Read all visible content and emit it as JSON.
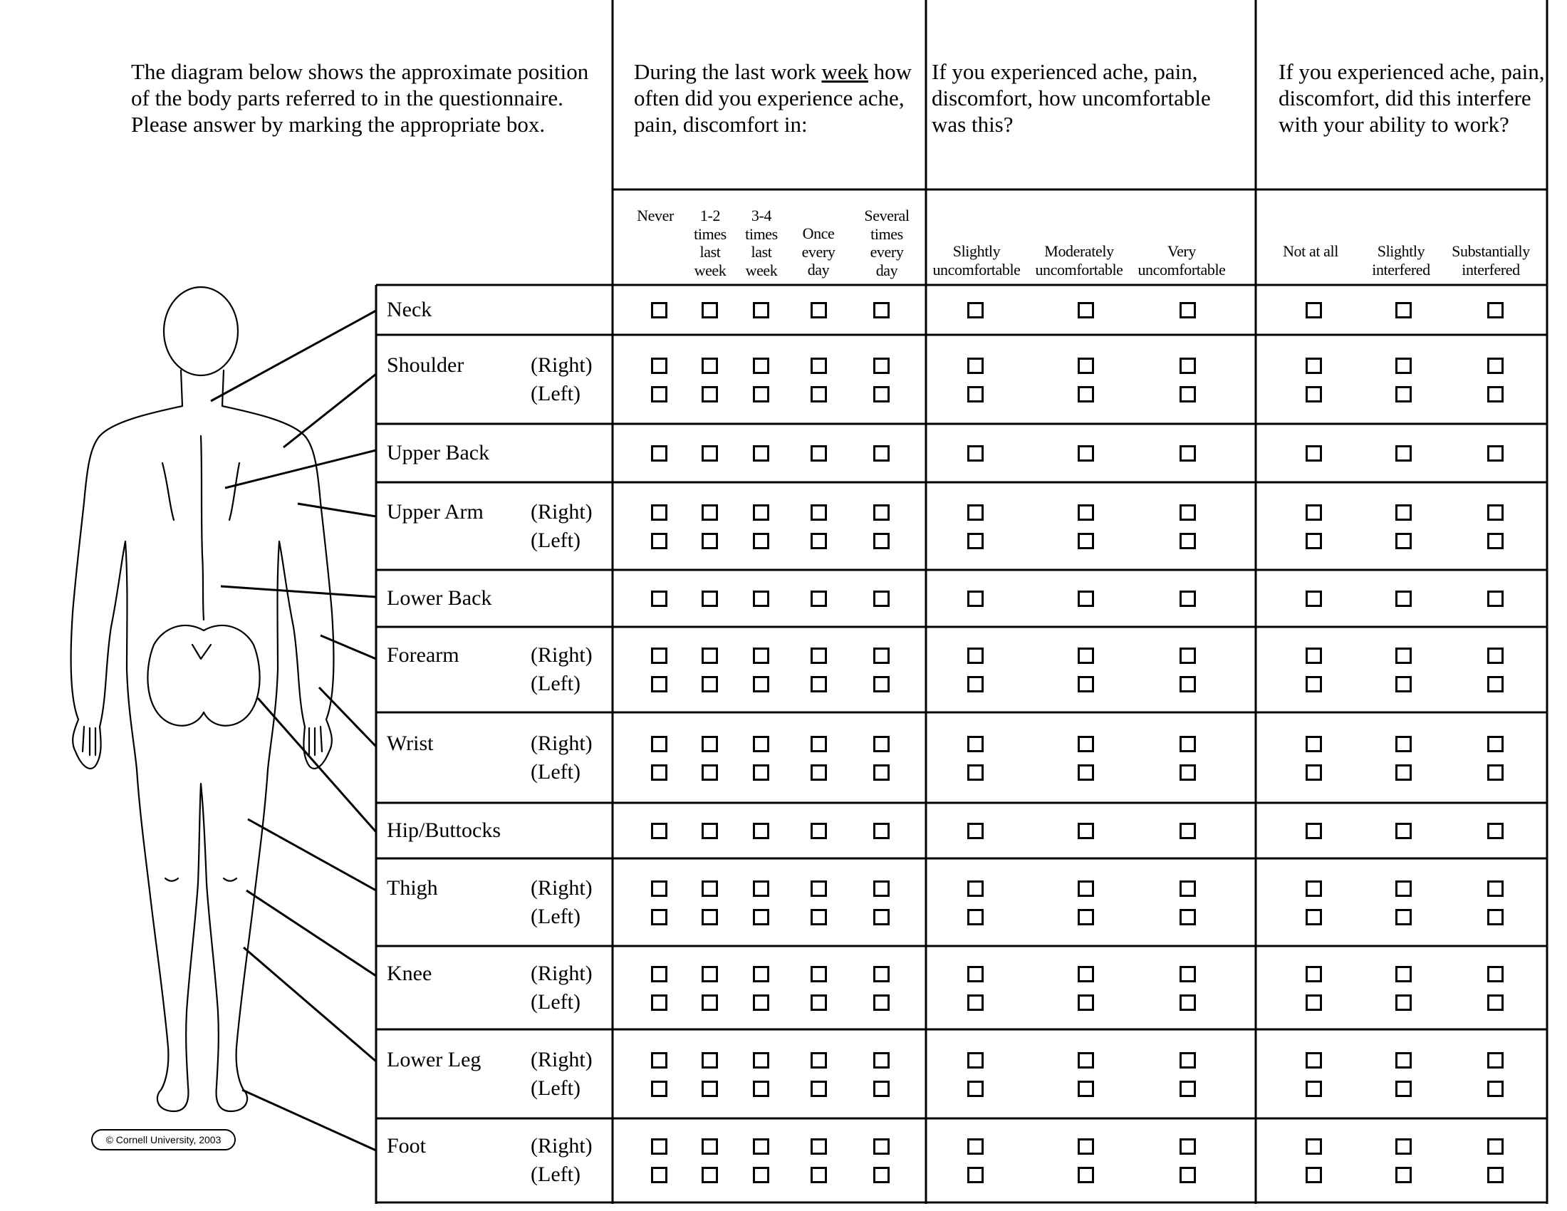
{
  "instructions": "The diagram below shows the approximate position of the body parts referred to in the questionnaire.  Please answer by marking the appropriate box.",
  "questions": {
    "frequency": {
      "before": "During the last work ",
      "underlined": "week",
      "after": " how often did you experience ache, pain, discomfort in:"
    },
    "discomfort": "If you experienced ache, pain, discomfort, how uncomfortable was this?",
    "interference": "If you experienced ache, pain, discomfort, did this interfere with your ability to work?"
  },
  "frequency_options": [
    "Never",
    "1-2\ntimes\nlast\nweek",
    "3-4\ntimes\nlast\nweek",
    "Once\nevery\nday",
    "Several\ntimes\nevery\nday"
  ],
  "discomfort_options": [
    "Slightly\nuncomfortable",
    "Moderately\nuncomfortable",
    "Very\nuncomfortable"
  ],
  "interference_options": [
    "Not at all",
    "Slightly\ninterfered",
    "Substantially\ninterfered"
  ],
  "side_labels": {
    "right": "(Right)",
    "left": "(Left)"
  },
  "body_parts": [
    {
      "label": "Neck",
      "sided": false
    },
    {
      "label": "Shoulder",
      "sided": true
    },
    {
      "label": "Upper Back",
      "sided": false
    },
    {
      "label": "Upper Arm",
      "sided": true
    },
    {
      "label": "Lower Back",
      "sided": false
    },
    {
      "label": "Forearm",
      "sided": true
    },
    {
      "label": "Wrist",
      "sided": true
    },
    {
      "label": "Hip/Buttocks",
      "sided": false
    },
    {
      "label": "Thigh",
      "sided": true
    },
    {
      "label": "Knee",
      "sided": true
    },
    {
      "label": "Lower Leg",
      "sided": true
    },
    {
      "label": "Foot",
      "sided": true
    }
  ],
  "copyright": "© Cornell University, 2003"
}
